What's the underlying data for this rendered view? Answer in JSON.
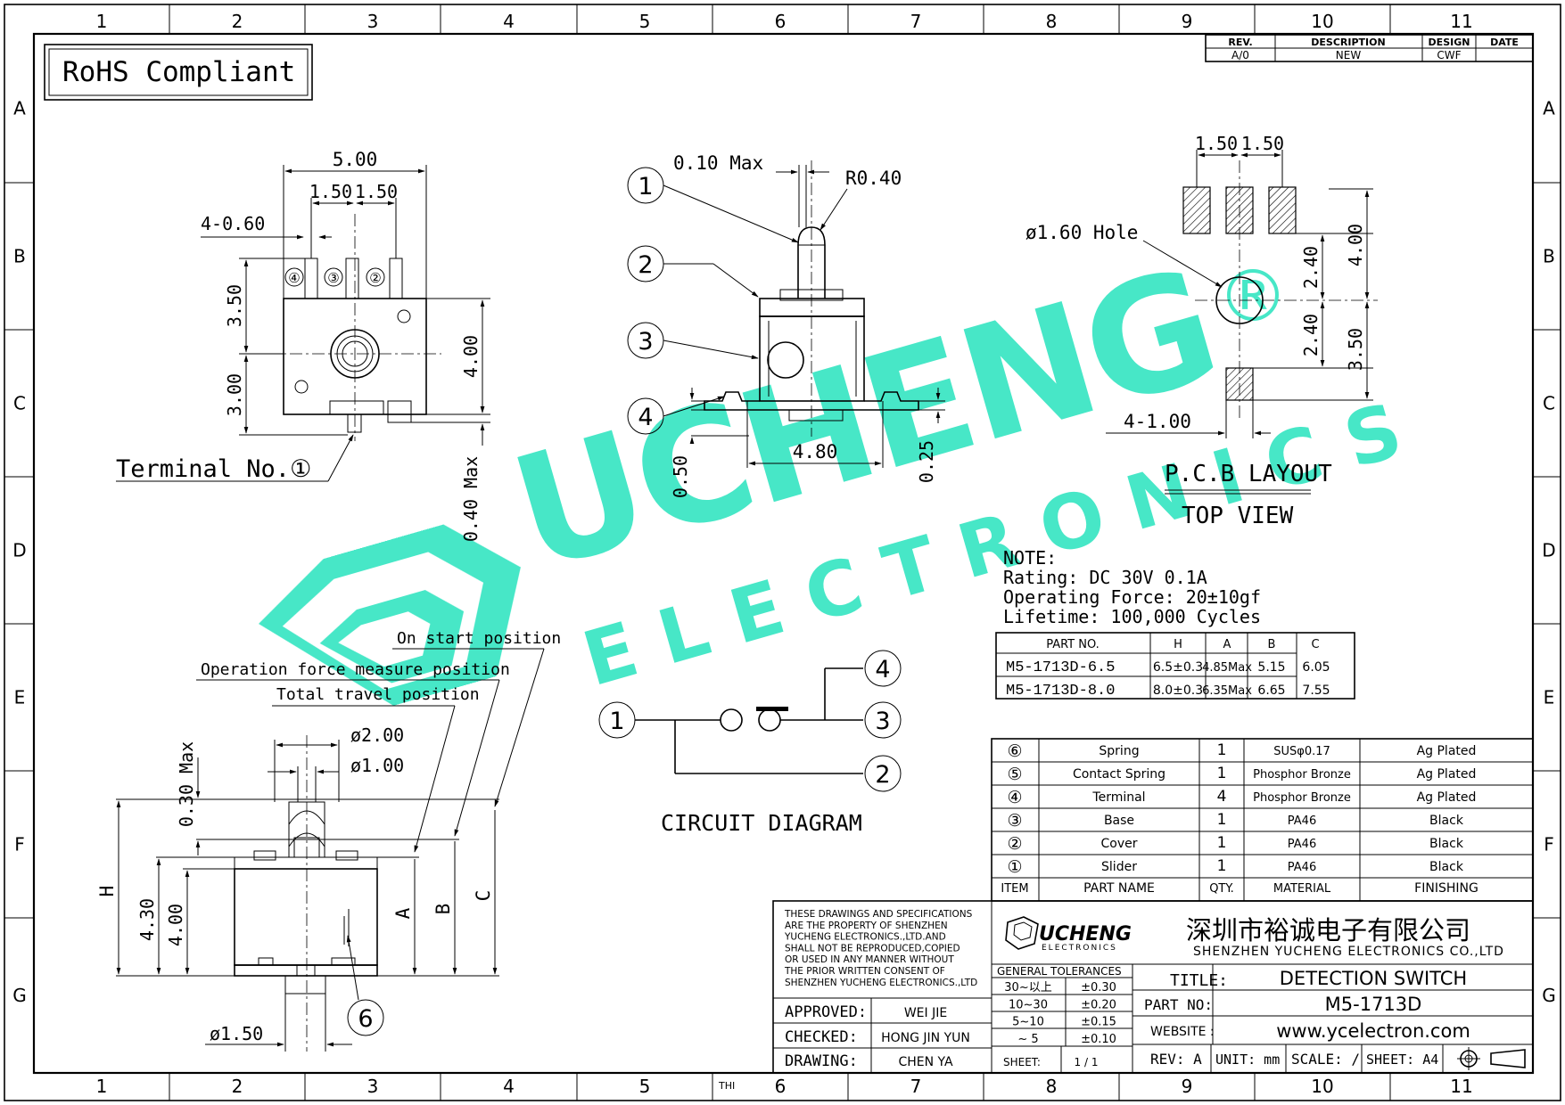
{
  "border": {
    "cols": [
      "1",
      "2",
      "3",
      "4",
      "5",
      "6",
      "7",
      "8",
      "9",
      "10",
      "11"
    ],
    "rows": [
      "A",
      "B",
      "C",
      "D",
      "E",
      "F",
      "G"
    ]
  },
  "rohs": "RoHS Compliant",
  "revision": {
    "headers": [
      "REV.",
      "DESCRIPTION",
      "DESIGN",
      "DATE"
    ],
    "row": [
      "A/0",
      "NEW",
      "CWF",
      ""
    ]
  },
  "watermark": {
    "main": "UCHENG",
    "sub": "ELECTRONICS",
    "reg": "®"
  },
  "top_view": {
    "width": "5.00",
    "pitch_left": "1.50",
    "pitch_right": "1.50",
    "terminal_width": "4-0.60",
    "height_upper": "3.50",
    "height_lower": "3.00",
    "body_height": "4.00",
    "max_extension": "0.40 Max",
    "terminal_label": "Terminal No.①",
    "pin_labels": [
      "④",
      "③",
      "②"
    ]
  },
  "side_view": {
    "max_gap": "0.10 Max",
    "radius": "R0.40",
    "callouts": [
      "1",
      "2",
      "3",
      "4"
    ],
    "width": "4.80",
    "left_height": "0.50",
    "right_height": "0.25"
  },
  "pcb": {
    "pitch_left": "1.50",
    "pitch_right": "1.50",
    "hole": "ø1.60 Hole",
    "dim_upper": "2.40",
    "dim_lower": "2.40",
    "dim_total_upper": "4.00",
    "dim_total_lower": "3.50",
    "pad_width": "4-1.00",
    "title": "P.C.B LAYOUT",
    "subtitle": "TOP VIEW"
  },
  "notes": {
    "heading": "NOTE:",
    "lines": [
      "Rating: DC 30V 0.1A",
      "Operating Force: 20±10gf",
      "Lifetime: 100,000 Cycles"
    ]
  },
  "part_table": {
    "headers": [
      "PART NO.",
      "H",
      "A",
      "B",
      "C"
    ],
    "rows": [
      [
        "M5-1713D-6.5",
        "6.5±0.3",
        "4.85Max",
        "5.15",
        "6.05"
      ],
      [
        "M5-1713D-8.0",
        "8.0±0.3",
        "6.35Max",
        "6.65",
        "7.55"
      ]
    ]
  },
  "front_view": {
    "on_start": "On start position",
    "operation_force": "Operation force measure position",
    "total_travel": "Total travel position",
    "dia_outer": "ø2.00",
    "dia_inner": "ø1.00",
    "max_top": "0.30 Max",
    "H": "H",
    "h1": "4.30",
    "h2": "4.00",
    "A": "A",
    "B": "B",
    "C": "C",
    "dia_bottom": "ø1.50",
    "callout": "6"
  },
  "circuit": {
    "title": "CIRCUIT DIAGRAM",
    "nodes": [
      "1",
      "2",
      "3",
      "4"
    ]
  },
  "bom": {
    "footer": [
      "ITEM",
      "PART NAME",
      "QTY.",
      "MATERIAL",
      "FINISHING"
    ],
    "rows": [
      [
        "⑥",
        "Spring",
        "1",
        "SUSφ0.17",
        "Ag Plated"
      ],
      [
        "⑤",
        "Contact Spring",
        "1",
        "Phosphor Bronze",
        "Ag Plated"
      ],
      [
        "④",
        "Terminal",
        "4",
        "Phosphor Bronze",
        "Ag Plated"
      ],
      [
        "③",
        "Base",
        "1",
        "PA46",
        "Black"
      ],
      [
        "②",
        "Cover",
        "1",
        "PA46",
        "Black"
      ],
      [
        "①",
        "Slider",
        "1",
        "PA46",
        "Black"
      ]
    ]
  },
  "title_block": {
    "disclaimer": [
      "THESE DRAWINGS AND SPECIFICATIONS",
      "ARE THE PROPERTY OF SHENZHEN",
      "YUCHENG ELECTRONICS.,LTD.AND",
      "SHALL NOT BE REPRODUCED,COPIED",
      "OR USED IN ANY MANNER WITHOUT",
      "THE PRIOR WRITTEN CONSENT OF",
      "SHENZHEN YUCHENG ELECTRONICS.,LTD"
    ],
    "logo_main": "UCHENG",
    "logo_sub": "ELECTRONICS",
    "company_cn": "深圳市裕诚电子有限公司",
    "company_en": "SHENZHEN YUCHENG ELECTRONICS CO.,LTD",
    "approved_label": "APPROVED:",
    "approved": "WEI JIE",
    "checked_label": "CHECKED:",
    "checked": "HONG JIN YUN",
    "drawing_label": "DRAWING:",
    "drawing": "CHEN YA",
    "tolerances_label": "GENERAL TOLERANCES",
    "tolerances": [
      [
        "30~以上",
        "±0.30"
      ],
      [
        "10~30",
        "±0.20"
      ],
      [
        "5~10",
        "±0.15"
      ],
      [
        "~ 5",
        "±0.10"
      ]
    ],
    "sheet_label": "SHEET:",
    "sheet": "1 / 1",
    "title_label": "TITLE:",
    "title": "DETECTION SWITCH",
    "part_label": "PART NO:",
    "part_no": "M5-1713D",
    "website_label": "WEBSITE :",
    "website": "www.ycelectron.com",
    "rev": "REV: A",
    "unit": "UNIT: mm",
    "scale": "SCALE: /",
    "sheet_size": "SHEET: A4",
    "thi": "THI"
  }
}
